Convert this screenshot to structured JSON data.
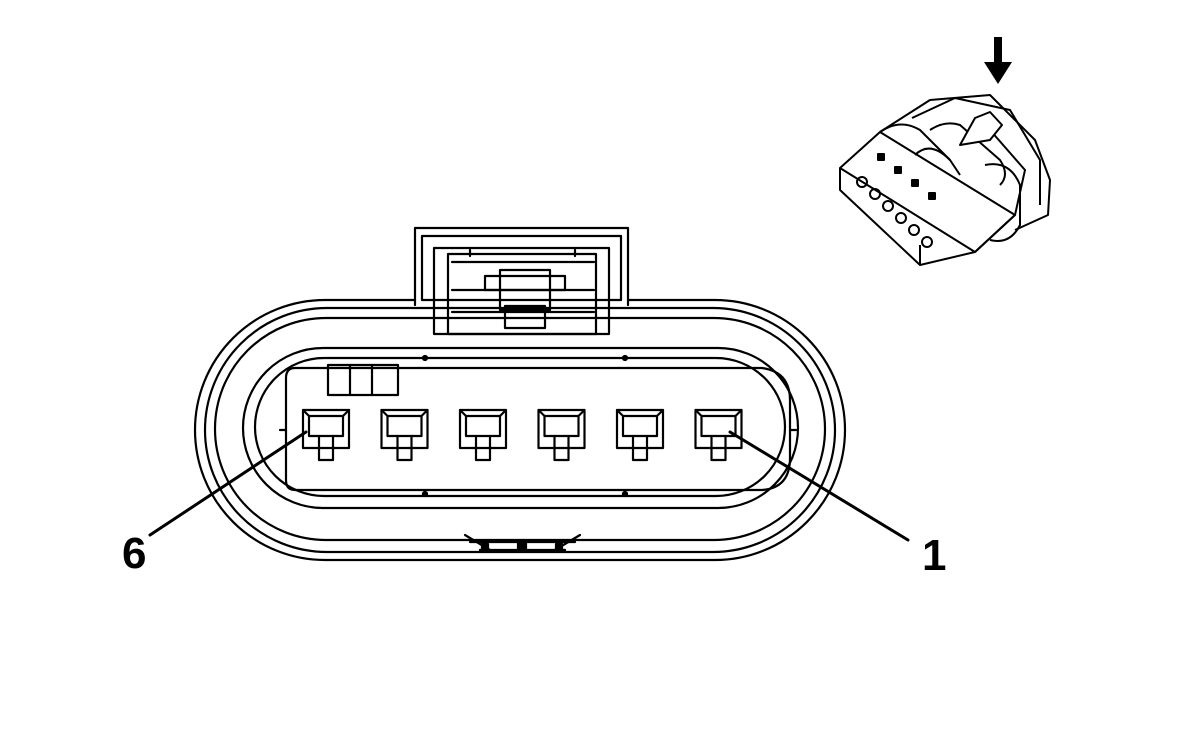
{
  "diagram": {
    "pin_labels": {
      "left": "6",
      "right": "1"
    },
    "pin_count": 6,
    "colors": {
      "line": "#000000",
      "background": "#ffffff"
    },
    "icons": {
      "view_arrow": "down-arrow-icon",
      "iso_connector": "connector-isometric-icon"
    }
  }
}
